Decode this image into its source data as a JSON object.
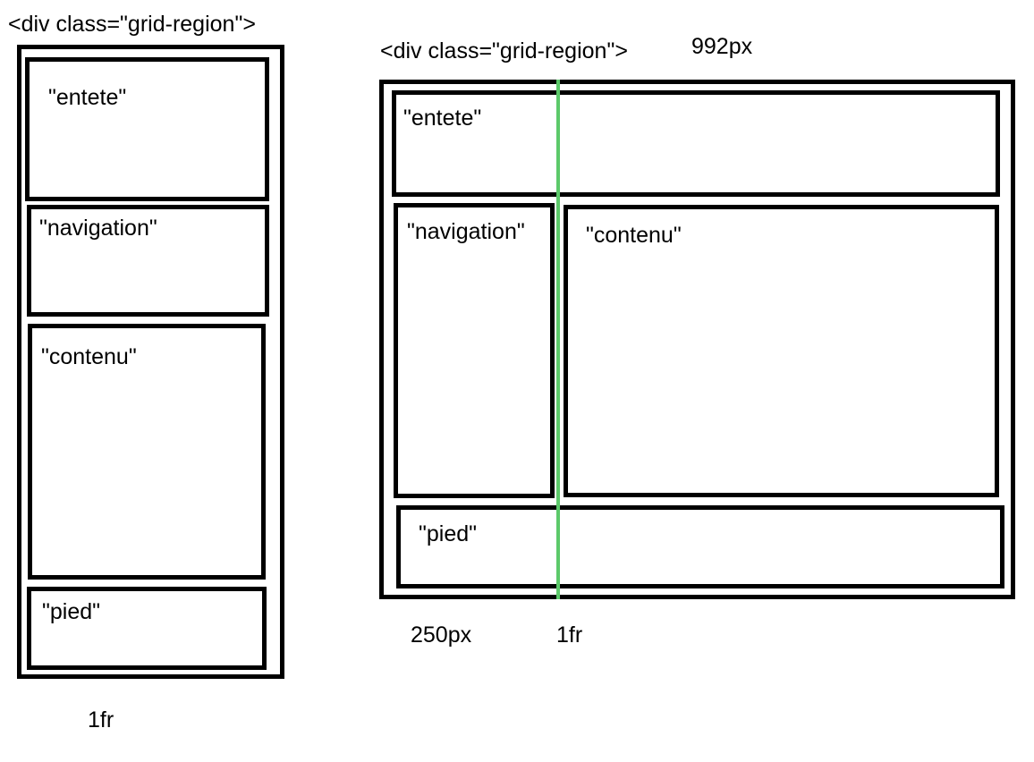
{
  "left_diagram": {
    "title": "<div class=\"grid-region\">",
    "areas": {
      "entete": "\"entete\"",
      "navigation": "\"navigation\"",
      "contenu": "\"contenu\"",
      "pied": "\"pied\""
    },
    "column_label": "1fr"
  },
  "right_diagram": {
    "title": "<div class=\"grid-region\">",
    "width_label": "992px",
    "areas": {
      "entete": "\"entete\"",
      "navigation": "\"navigation\"",
      "contenu": "\"contenu\"",
      "pied": "\"pied\""
    },
    "column_labels": [
      "250px",
      "1fr"
    ],
    "divider_color": "#5cc96a"
  }
}
